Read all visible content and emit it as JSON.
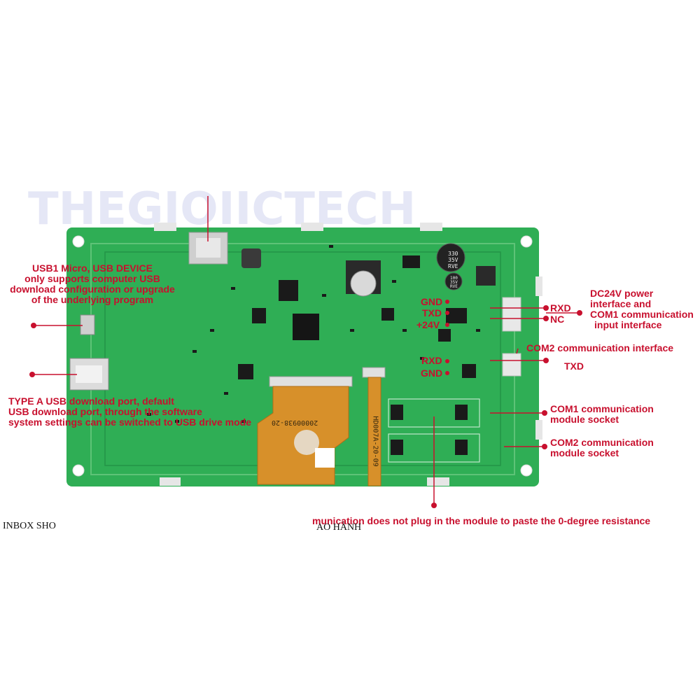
{
  "colors": {
    "board": "#2fae55",
    "board_dark": "#1f8a42",
    "annotation": "#c8102e",
    "flex_cable": "#d7902a"
  },
  "annotations": {
    "usb_micro": [
      "USB1 Micro, USB DEVICE",
      "only supports computer USB",
      "download configuration or upgrade",
      "of the underlying program"
    ],
    "type_a": [
      "TYPE A USB download port, default",
      "USB download port, through the software",
      "system settings can be switched to USB drive mode"
    ],
    "dc24v": [
      "DC24V power",
      "interface and",
      "COM1 communication",
      "input interface"
    ],
    "com2_interface": "COM2 communication interface",
    "com1_socket": [
      "COM1 communication",
      "module socket"
    ],
    "com2_socket": [
      "COM2 communication",
      "module socket"
    ],
    "bottom_note": "munication does not plug in the module to paste the 0-degree resistance"
  },
  "pins": {
    "gnd1": "GND",
    "txd1": "TXD",
    "v24": "+24V",
    "rxd_right": "RXD",
    "nc_right": "NC",
    "rxd2": "RXD",
    "gnd2": "GND",
    "txd_right": "TXD"
  },
  "board_text": {
    "cap1": [
      "330",
      "35V",
      "RVE"
    ],
    "cap2": [
      "100",
      "35V",
      "RVE"
    ],
    "flex_code1": "20000938-20",
    "flex_code2": "HD007A-20-09"
  },
  "footer": {
    "left": "INBOX SHO",
    "right": "AO HÀNH"
  }
}
